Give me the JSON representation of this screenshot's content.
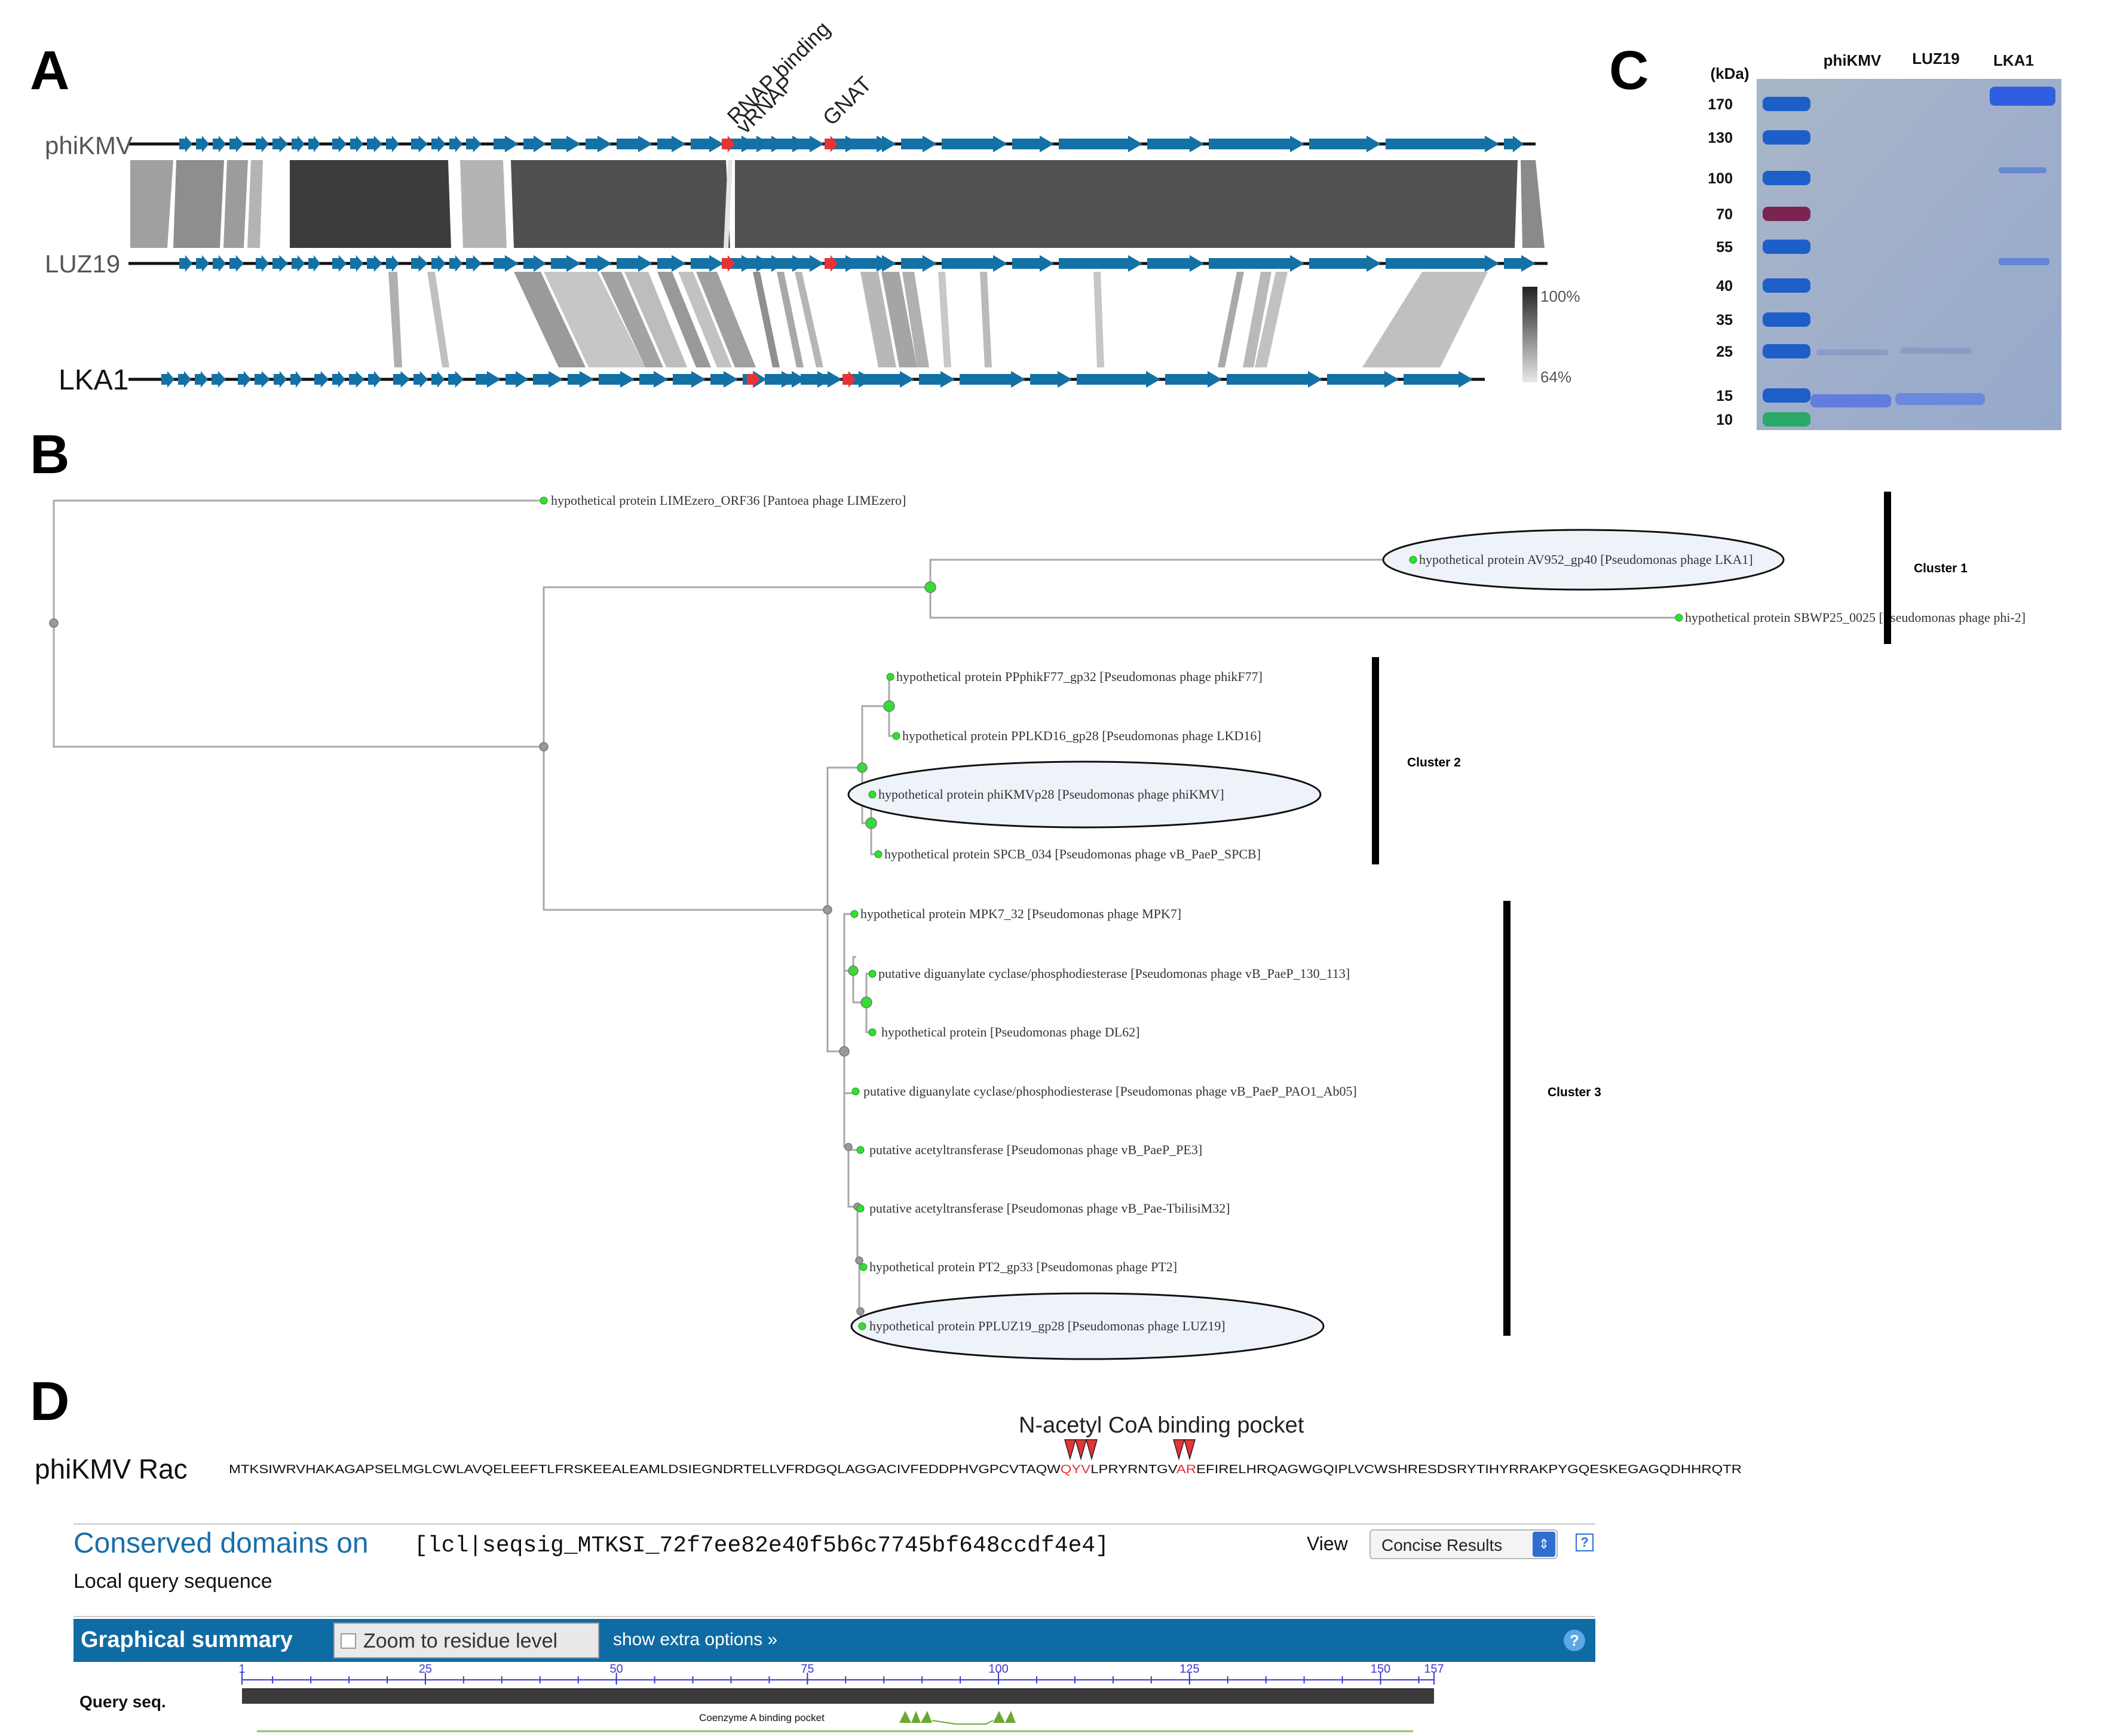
{
  "panels": {
    "a": "A",
    "b": "B",
    "c": "C",
    "d": "D"
  },
  "colors": {
    "gene_blue": "#1471a6",
    "gene_red": "#e63434",
    "node_green": "#33dd33",
    "node_grey": "#999999",
    "cdd_blue": "#0f6ba3"
  },
  "panel_a": {
    "genomes": [
      "phiKMV",
      "LUZ19",
      "LKA1"
    ],
    "gene_labels": {
      "rnap_binding": "RNAP binding",
      "vrnap": "vRNAP",
      "gnat": "GNAT"
    },
    "identity_scale": {
      "max": "100%",
      "min": "64%",
      "max_value": 100,
      "min_value": 64
    }
  },
  "panel_b": {
    "leaves": [
      "hypothetical protein LIMEzero_ORF36 [Pantoea phage LIMEzero]",
      "hypothetical protein AV952_gp40 [Pseudomonas phage LKA1]",
      "hypothetical protein SBWP25_0025 [Pseudomonas phage phi-2]",
      "hypothetical protein PPphikF77_gp32 [Pseudomonas phage phikF77]",
      "hypothetical protein PPLKD16_gp28 [Pseudomonas phage LKD16]",
      "hypothetical protein phiKMVp28 [Pseudomonas phage phiKMV]",
      "hypothetical protein SPCB_034 [Pseudomonas phage vB_PaeP_SPCB]",
      "hypothetical protein MPK7_32 [Pseudomonas phage MPK7]",
      "putative diguanylate cyclase/phosphodiesterase [Pseudomonas phage vB_PaeP_130_113]",
      "hypothetical protein [Pseudomonas phage DL62]",
      "putative diguanylate cyclase/phosphodiesterase [Pseudomonas phage vB_PaeP_PAO1_Ab05]",
      "putative acetyltransferase [Pseudomonas phage vB_PaeP_PE3]",
      "putative acetyltransferase [Pseudomonas phage vB_Pae-TbilisiM32]",
      "hypothetical protein PT2_gp33 [Pseudomonas phage PT2]",
      "hypothetical protein PPLUZ19_gp28 [Pseudomonas phage LUZ19]"
    ],
    "clusters": [
      "Cluster 1",
      "Cluster 2",
      "Cluster 3"
    ]
  },
  "panel_c": {
    "unit": "(kDa)",
    "lanes": [
      "phiKMV",
      "LUZ19",
      "LKA1"
    ],
    "markers": [
      "170",
      "130",
      "100",
      "70",
      "55",
      "40",
      "35",
      "25",
      "15",
      "10"
    ]
  },
  "panel_d": {
    "motif_label": "N-acetyl CoA binding pocket",
    "protein_label": "phiKMV Rac",
    "seq_part1": "MTKSIWRVHAKAGAPSELMGLCWLAVQELEEFTLFRSKEEALEAMLDSIEGNDRTELLVFRDGQLAGGACIVFEDDPHVGPCVTAQW",
    "seq_red1": "QYV",
    "seq_part2": "LPRYRNTGV",
    "seq_red2": "AR",
    "seq_part3": "EFIRELHRQAGWGQIPLVCWSHRESDSRYTIHYRRAKPYGQESKEGAGQDHHRQTR",
    "cdd": {
      "title": "Conserved domains on",
      "query_id": "[lcl|seqsig_MTKSI_72f7ee82e40f5b6c7745bf648ccdf4e4]",
      "subtitle": "Local query sequence",
      "view_label": "View",
      "view_option": "Concise Results",
      "help_glyph": "?",
      "select_glyph": "⇕",
      "summary_title": "Graphical summary",
      "zoom_label": "Zoom to residue level",
      "extra_options": "show extra options »",
      "query_label": "Query seq.",
      "ruler": [
        "1",
        "25",
        "50",
        "75",
        "100",
        "125",
        "150",
        "157"
      ],
      "ruler_values": [
        1,
        25,
        50,
        75,
        100,
        125,
        150,
        157
      ],
      "seq_length": 157,
      "feature_label": "Coenzyme A binding pocket"
    }
  }
}
